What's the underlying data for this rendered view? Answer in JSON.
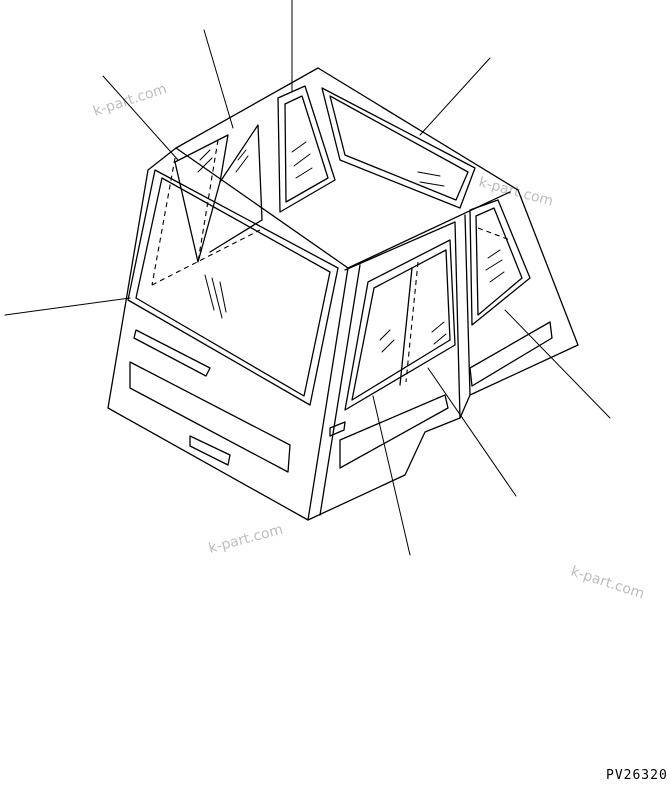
{
  "diagram": {
    "drawing_code": "PV26320",
    "watermarks": [
      "k-part.com",
      "k-part.com",
      "k-part.com",
      "k-part.com"
    ]
  }
}
